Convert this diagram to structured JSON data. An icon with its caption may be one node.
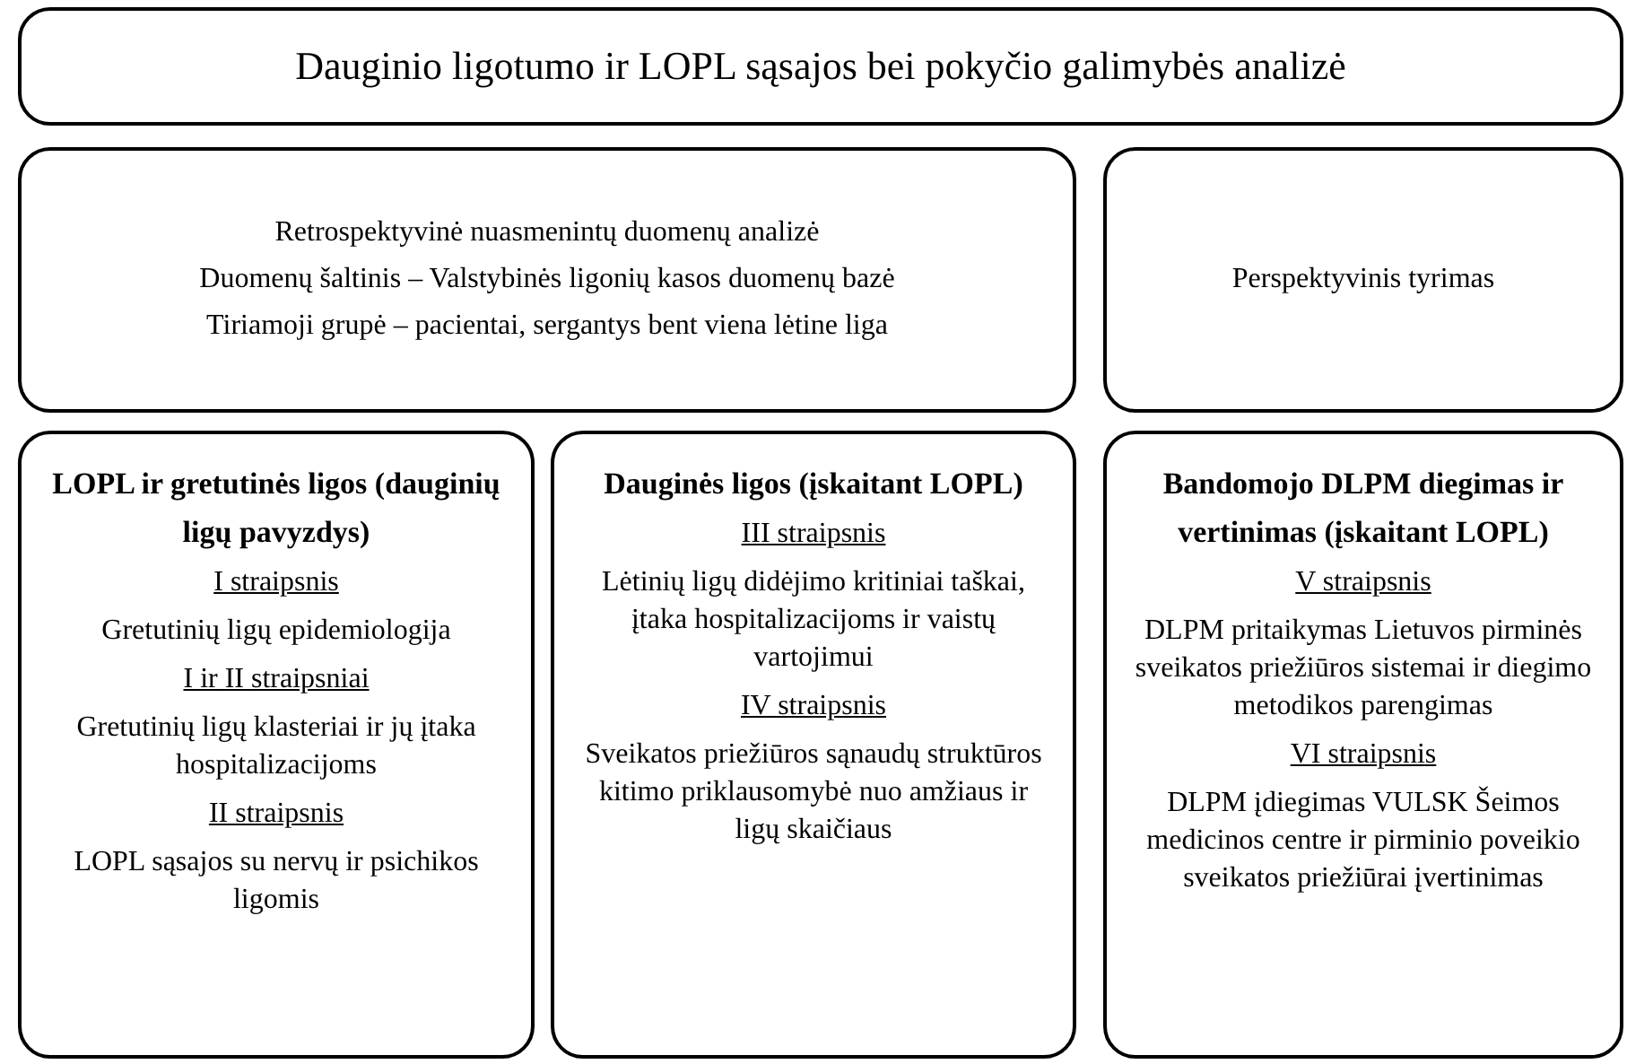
{
  "diagram": {
    "nodes": [
      {
        "text": [
          "Dauginio ligotumo ir LOPL sąsajos bei pokyčio galimybės analizė"
        ]
      },
      {
        "text": [
          "Retrospektyvinė nuasmenintų duomenų analizė",
          "Duomenų šaltinis – Valstybinės ligonių kasos duomenų bazė",
          "Tiriamoji grupė – pacientai, sergantys bent viena lėtine liga"
        ]
      },
      {
        "text": [
          "Perspektyvinis tyrimas"
        ]
      },
      {
        "text": [
          "LOPL ir gretutinės ligos (dauginių ligų pavyzdys)",
          "I straipsnis",
          "Gretutinių ligų epidemiologija",
          "I ir II straipsniai",
          "Gretutinių ligų klasteriai ir jų įtaka hospitalizacijoms",
          "II straipsnis",
          "LOPL sąsajos su nervų ir psichikos ligomis"
        ]
      },
      {
        "text": [
          "Dauginės ligos (įskaitant LOPL)",
          "III straipsnis",
          "Lėtinių ligų didėjimo kritiniai taškai, įtaka hospitalizacijoms ir vaistų vartojimui",
          "IV straipsnis",
          "Sveikatos priežiūros sąnaudų struktūros kitimo priklausomybė nuo amžiaus ir ligų skaičiaus"
        ]
      },
      {
        "text": [
          "Bandomojo DLPM diegimas ir vertinimas (įskaitant LOPL)",
          "V straipsnis",
          "DLPM pritaikymas Lietuvos pirminės sveikatos priežiūros sistemai ir diegimo metodikos parengimas",
          "VI straipsnis",
          "DLPM įdiegimas VULSK Šeimos medicinos centre ir pirminio poveikio sveikatos priežiūrai įvertinimas"
        ]
      }
    ],
    "edges": []
  }
}
